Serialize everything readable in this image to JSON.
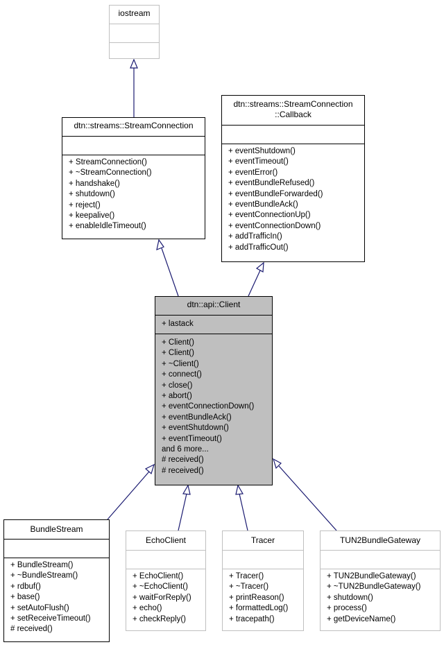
{
  "classes": {
    "iostream": {
      "name": "iostream",
      "attributes": [],
      "methods": []
    },
    "stream_connection": {
      "name": "dtn::streams::StreamConnection",
      "attributes": [],
      "methods": [
        "+ StreamConnection()",
        "+ ~StreamConnection()",
        "+ handshake()",
        "+ shutdown()",
        "+ reject()",
        "+ keepalive()",
        "+ enableIdleTimeout()"
      ]
    },
    "callback": {
      "name_line1": "dtn::streams::StreamConnection",
      "name_line2": "::Callback",
      "attributes": [],
      "methods": [
        "+ eventShutdown()",
        "+ eventTimeout()",
        "+ eventError()",
        "+ eventBundleRefused()",
        "+ eventBundleForwarded()",
        "+ eventBundleAck()",
        "+ eventConnectionUp()",
        "+ eventConnectionDown()",
        "+ addTrafficIn()",
        "+ addTrafficOut()"
      ]
    },
    "client": {
      "name": "dtn::api::Client",
      "attributes": [
        "+ lastack"
      ],
      "methods": [
        "+ Client()",
        "+ Client()",
        "+ ~Client()",
        "+ connect()",
        "+ close()",
        "+ abort()",
        "+ eventConnectionDown()",
        "+ eventBundleAck()",
        "+ eventShutdown()",
        "+ eventTimeout()",
        "and 6 more...",
        "# received()",
        "# received()"
      ]
    },
    "bundle_stream": {
      "name": "BundleStream",
      "attributes": [],
      "methods": [
        "+ BundleStream()",
        "+ ~BundleStream()",
        "+ rdbuf()",
        "+ base()",
        "+ setAutoFlush()",
        "+ setReceiveTimeout()",
        "# received()"
      ]
    },
    "echo_client": {
      "name": "EchoClient",
      "attributes": [],
      "methods": [
        "+ EchoClient()",
        "+ ~EchoClient()",
        "+ waitForReply()",
        "+ echo()",
        "+ checkReply()"
      ]
    },
    "tracer": {
      "name": "Tracer",
      "attributes": [],
      "methods": [
        "+ Tracer()",
        "+ ~Tracer()",
        "+ printReason()",
        "+ formattedLog()",
        "+ tracepath()"
      ]
    },
    "tun2": {
      "name": "TUN2BundleGateway",
      "attributes": [],
      "methods": [
        "+ TUN2BundleGateway()",
        "+ ~TUN2BundleGateway()",
        "+ shutdown()",
        "+ process()",
        "+ getDeviceName()"
      ]
    }
  },
  "colors": {
    "edge": "#191970",
    "border": "#000000",
    "gray_border": "#bfbfbf",
    "focus_fill": "#bfbfbf"
  }
}
